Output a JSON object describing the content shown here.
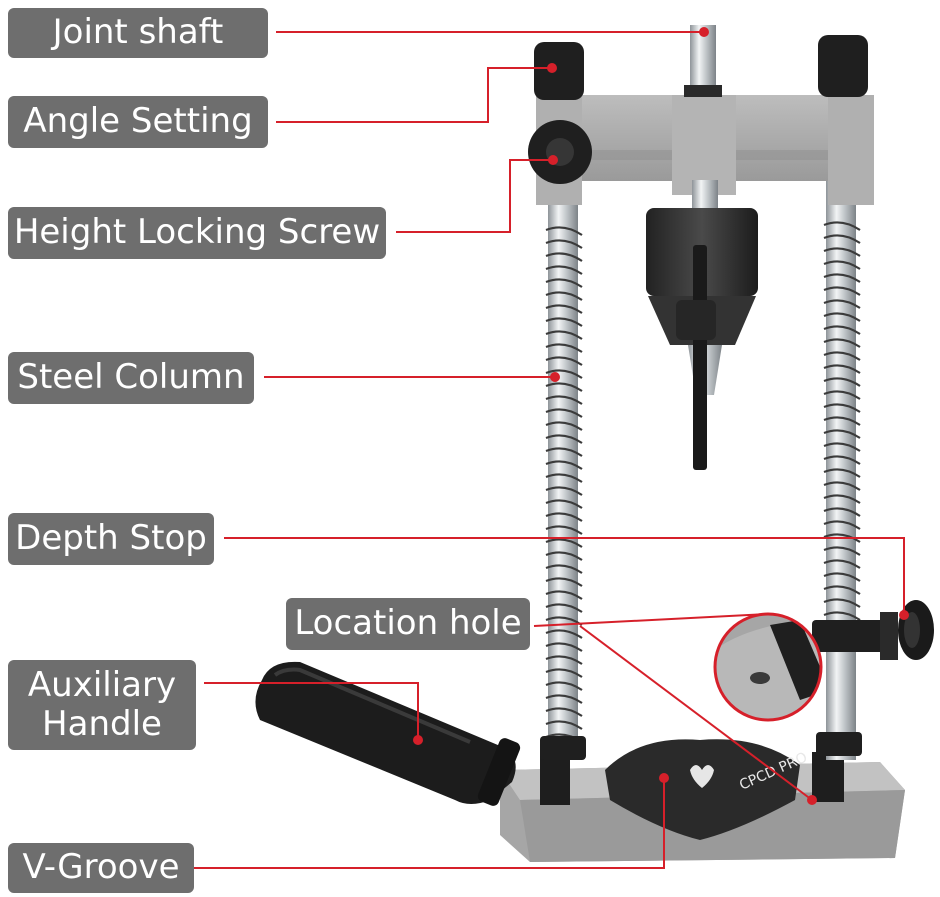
{
  "brand_text": "CPCD PRO",
  "labels": {
    "joint_shaft": "Joint shaft",
    "angle_setting": "Angle Setting",
    "height_locking_screw": "Height Locking Screw",
    "steel_column": "Steel Column",
    "depth_stop": "Depth Stop",
    "location_hole": "Location hole",
    "auxiliary_handle_line1": "Auxiliary",
    "auxiliary_handle_line2": "Handle",
    "v_groove": "V-Groove"
  },
  "colors": {
    "label_background": "#6e6e6e",
    "label_text": "#ffffff",
    "leader_line": "#d6202a",
    "frame_gray": "#a8a8a8",
    "rubber_black": "#1f1f1f",
    "chrome": "#cfd3d6"
  }
}
